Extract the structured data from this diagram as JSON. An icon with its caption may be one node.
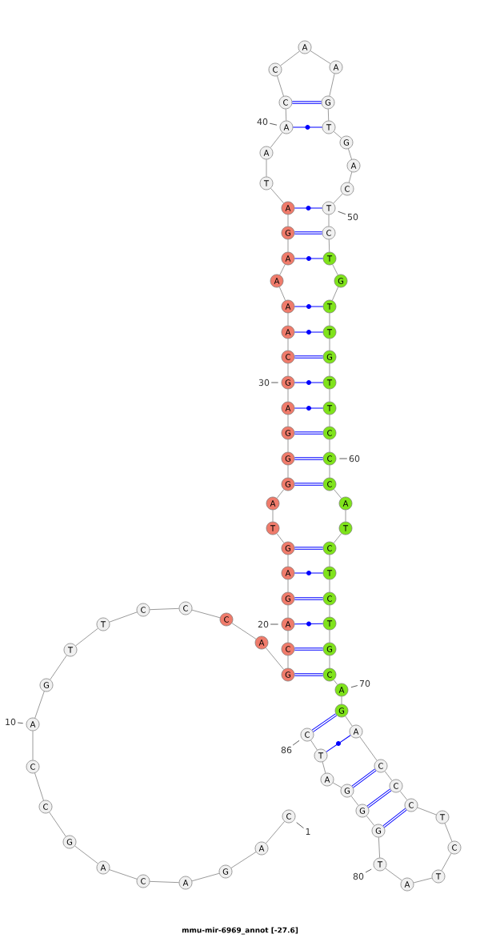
{
  "diagram": {
    "caption": "mmu-mir-6969_annot [-27.6]",
    "nodes": [
      {
        "text": [
          "C"
        ]
      },
      {
        "text": [
          "A"
        ]
      },
      {
        "text": [
          "G"
        ]
      },
      {
        "text": [
          "A"
        ]
      },
      {
        "text": [
          "C"
        ]
      },
      {
        "text": [
          "A"
        ]
      },
      {
        "text": [
          "G"
        ]
      },
      {
        "text": [
          "C"
        ]
      },
      {
        "text": [
          "C"
        ]
      },
      {
        "text": [
          "A"
        ]
      },
      {
        "text": [
          "G"
        ]
      },
      {
        "text": [
          "T"
        ]
      },
      {
        "text": [
          "T"
        ]
      },
      {
        "text": [
          "C"
        ]
      },
      {
        "text": [
          "C"
        ]
      },
      {
        "text": [
          "C"
        ]
      },
      {
        "text": [
          "A"
        ]
      },
      {
        "text": [
          "G"
        ]
      },
      {
        "text": [
          "C"
        ]
      },
      {
        "text": [
          "A"
        ]
      },
      {
        "text": [
          "G"
        ]
      },
      {
        "text": [
          "A"
        ]
      },
      {
        "text": [
          "G"
        ]
      },
      {
        "text": [
          "T"
        ]
      },
      {
        "text": [
          "A"
        ]
      },
      {
        "text": [
          "G"
        ]
      },
      {
        "text": [
          "G"
        ]
      },
      {
        "text": [
          "G"
        ]
      },
      {
        "text": [
          "A"
        ]
      },
      {
        "text": [
          "G"
        ]
      },
      {
        "text": [
          "C"
        ]
      },
      {
        "text": [
          "A"
        ]
      },
      {
        "text": [
          "A"
        ]
      },
      {
        "text": [
          "A"
        ]
      },
      {
        "text": [
          "A"
        ]
      },
      {
        "text": [
          "G"
        ]
      },
      {
        "text": [
          "A"
        ]
      },
      {
        "text": [
          "T"
        ]
      },
      {
        "text": [
          "A"
        ]
      },
      {
        "text": [
          "A"
        ]
      },
      {
        "text": [
          "C"
        ]
      },
      {
        "text": [
          "C"
        ]
      },
      {
        "text": [
          "A"
        ]
      },
      {
        "text": [
          "A"
        ]
      },
      {
        "text": [
          "G"
        ]
      },
      {
        "text": [
          "T"
        ]
      },
      {
        "text": [
          "G"
        ]
      },
      {
        "text": [
          "A"
        ]
      },
      {
        "text": [
          "C"
        ]
      },
      {
        "text": [
          "T"
        ]
      },
      {
        "text": [
          "C"
        ]
      },
      {
        "text": [
          "T"
        ]
      },
      {
        "text": [
          "G"
        ]
      },
      {
        "text": [
          "T"
        ]
      },
      {
        "text": [
          "T"
        ]
      },
      {
        "text": [
          "G"
        ]
      },
      {
        "text": [
          "T"
        ]
      },
      {
        "text": [
          "T"
        ]
      },
      {
        "text": [
          "C"
        ]
      },
      {
        "text": [
          "C"
        ]
      },
      {
        "text": [
          "C"
        ]
      },
      {
        "text": [
          "A"
        ]
      },
      {
        "text": [
          "T"
        ]
      },
      {
        "text": [
          "C"
        ]
      },
      {
        "text": [
          "T"
        ]
      },
      {
        "text": [
          "C"
        ]
      },
      {
        "text": [
          "T"
        ]
      },
      {
        "text": [
          "G"
        ]
      },
      {
        "text": [
          "C"
        ]
      },
      {
        "text": [
          "A"
        ]
      },
      {
        "text": [
          "G"
        ]
      },
      {
        "text": [
          "A"
        ]
      },
      {
        "text": [
          "C"
        ]
      },
      {
        "text": [
          "C"
        ]
      },
      {
        "text": [
          "C"
        ]
      },
      {
        "text": [
          "T"
        ]
      },
      {
        "text": [
          "C"
        ]
      },
      {
        "text": [
          "T"
        ]
      },
      {
        "text": [
          "A"
        ]
      },
      {
        "text": [
          "T"
        ]
      },
      {
        "text": [
          "G"
        ]
      },
      {
        "text": [
          "G"
        ]
      },
      {
        "text": [
          "G"
        ]
      },
      {
        "text": [
          "A"
        ]
      },
      {
        "text": [
          "T"
        ]
      },
      {
        "text": [
          "C"
        ]
      },
      {
        "text": [
          "1"
        ]
      },
      {
        "text": [
          "10"
        ]
      },
      {
        "text": [
          "20"
        ]
      },
      {
        "text": [
          "30"
        ]
      },
      {
        "text": [
          "40"
        ]
      },
      {
        "text": [
          "50"
        ]
      },
      {
        "text": [
          "60"
        ]
      },
      {
        "text": [
          "70"
        ]
      },
      {
        "text": [
          "80"
        ]
      },
      {
        "text": [
          "86"
        ]
      }
    ],
    "edges": [
      {
        "from": 0,
        "to": 1,
        "arrow": "none"
      },
      {
        "from": 1,
        "to": 2,
        "arrow": "none"
      },
      {
        "from": 2,
        "to": 3,
        "arrow": "none"
      },
      {
        "from": 3,
        "to": 4,
        "arrow": "none"
      },
      {
        "from": 4,
        "to": 5,
        "arrow": "none"
      },
      {
        "from": 5,
        "to": 6,
        "arrow": "none"
      },
      {
        "from": 6,
        "to": 7,
        "arrow": "none"
      },
      {
        "from": 7,
        "to": 8,
        "arrow": "none"
      },
      {
        "from": 8,
        "to": 9,
        "arrow": "none"
      },
      {
        "from": 9,
        "to": 10,
        "arrow": "none"
      },
      {
        "from": 10,
        "to": 11,
        "arrow": "none"
      },
      {
        "from": 11,
        "to": 12,
        "arrow": "none"
      },
      {
        "from": 12,
        "to": 13,
        "arrow": "none"
      },
      {
        "from": 13,
        "to": 14,
        "arrow": "none"
      },
      {
        "from": 14,
        "to": 15,
        "arrow": "none"
      },
      {
        "from": 15,
        "to": 16,
        "arrow": "none"
      },
      {
        "from": 16,
        "to": 17,
        "arrow": "none"
      },
      {
        "from": 17,
        "to": 18,
        "arrow": "none"
      },
      {
        "from": 18,
        "to": 19,
        "arrow": "none"
      },
      {
        "from": 19,
        "to": 20,
        "arrow": "none"
      },
      {
        "from": 20,
        "to": 21,
        "arrow": "none"
      },
      {
        "from": 21,
        "to": 22,
        "arrow": "none"
      },
      {
        "from": 22,
        "to": 23,
        "arrow": "none"
      },
      {
        "from": 23,
        "to": 24,
        "arrow": "none"
      },
      {
        "from": 24,
        "to": 25,
        "arrow": "none"
      },
      {
        "from": 25,
        "to": 26,
        "arrow": "none"
      },
      {
        "from": 26,
        "to": 27,
        "arrow": "none"
      },
      {
        "from": 27,
        "to": 28,
        "arrow": "none"
      },
      {
        "from": 28,
        "to": 29,
        "arrow": "none"
      },
      {
        "from": 29,
        "to": 30,
        "arrow": "none"
      },
      {
        "from": 30,
        "to": 31,
        "arrow": "none"
      },
      {
        "from": 31,
        "to": 32,
        "arrow": "none"
      },
      {
        "from": 32,
        "to": 33,
        "arrow": "none"
      },
      {
        "from": 33,
        "to": 34,
        "arrow": "none"
      },
      {
        "from": 34,
        "to": 35,
        "arrow": "none"
      },
      {
        "from": 35,
        "to": 36,
        "arrow": "none"
      },
      {
        "from": 36,
        "to": 37,
        "arrow": "none"
      },
      {
        "from": 37,
        "to": 38,
        "arrow": "none"
      },
      {
        "from": 38,
        "to": 39,
        "arrow": "none"
      },
      {
        "from": 39,
        "to": 40,
        "arrow": "none"
      },
      {
        "from": 40,
        "to": 41,
        "arrow": "none"
      },
      {
        "from": 41,
        "to": 42,
        "arrow": "none"
      },
      {
        "from": 42,
        "to": 43,
        "arrow": "none"
      },
      {
        "from": 43,
        "to": 44,
        "arrow": "none"
      },
      {
        "from": 44,
        "to": 45,
        "arrow": "none"
      },
      {
        "from": 45,
        "to": 46,
        "arrow": "none"
      },
      {
        "from": 46,
        "to": 47,
        "arrow": "none"
      },
      {
        "from": 47,
        "to": 48,
        "arrow": "none"
      },
      {
        "from": 48,
        "to": 49,
        "arrow": "none"
      },
      {
        "from": 49,
        "to": 50,
        "arrow": "none"
      },
      {
        "from": 50,
        "to": 51,
        "arrow": "none"
      },
      {
        "from": 51,
        "to": 52,
        "arrow": "none"
      },
      {
        "from": 52,
        "to": 53,
        "arrow": "none"
      },
      {
        "from": 53,
        "to": 54,
        "arrow": "none"
      },
      {
        "from": 54,
        "to": 55,
        "arrow": "none"
      },
      {
        "from": 55,
        "to": 56,
        "arrow": "none"
      },
      {
        "from": 56,
        "to": 57,
        "arrow": "none"
      },
      {
        "from": 57,
        "to": 58,
        "arrow": "none"
      },
      {
        "from": 58,
        "to": 59,
        "arrow": "none"
      },
      {
        "from": 59,
        "to": 60,
        "arrow": "none"
      },
      {
        "from": 60,
        "to": 61,
        "arrow": "none"
      },
      {
        "from": 61,
        "to": 62,
        "arrow": "none"
      },
      {
        "from": 62,
        "to": 63,
        "arrow": "none"
      },
      {
        "from": 63,
        "to": 64,
        "arrow": "none"
      },
      {
        "from": 64,
        "to": 65,
        "arrow": "none"
      },
      {
        "from": 65,
        "to": 66,
        "arrow": "none"
      },
      {
        "from": 66,
        "to": 67,
        "arrow": "none"
      },
      {
        "from": 67,
        "to": 68,
        "arrow": "none"
      },
      {
        "from": 68,
        "to": 69,
        "arrow": "none"
      },
      {
        "from": 69,
        "to": 70,
        "arrow": "none"
      },
      {
        "from": 70,
        "to": 71,
        "arrow": "none"
      },
      {
        "from": 71,
        "to": 72,
        "arrow": "none"
      },
      {
        "from": 72,
        "to": 73,
        "arrow": "none"
      },
      {
        "from": 73,
        "to": 74,
        "arrow": "none"
      },
      {
        "from": 74,
        "to": 75,
        "arrow": "none"
      },
      {
        "from": 75,
        "to": 76,
        "arrow": "none"
      },
      {
        "from": 76,
        "to": 77,
        "arrow": "none"
      },
      {
        "from": 77,
        "to": 78,
        "arrow": "none"
      },
      {
        "from": 78,
        "to": 79,
        "arrow": "none"
      },
      {
        "from": 79,
        "to": 80,
        "arrow": "none"
      },
      {
        "from": 80,
        "to": 81,
        "arrow": "none"
      },
      {
        "from": 81,
        "to": 82,
        "arrow": "none"
      },
      {
        "from": 82,
        "to": 83,
        "arrow": "none"
      },
      {
        "from": 83,
        "to": 84,
        "arrow": "none"
      },
      {
        "from": 84,
        "to": 85,
        "arrow": "none"
      },
      {
        "from": 17,
        "to": 68,
        "arrow": "none",
        "style": "thick",
        "color": "#0000ff"
      },
      {
        "from": 18,
        "to": 67,
        "arrow": "none",
        "style": "thick",
        "color": "#0000ff"
      },
      {
        "from": 19,
        "to": 66,
        "arrow": "none",
        "color": "#0000ff"
      },
      {
        "from": 20,
        "to": 65,
        "arrow": "none",
        "style": "thick",
        "color": "#0000ff"
      },
      {
        "from": 21,
        "to": 64,
        "arrow": "none",
        "color": "#0000ff"
      },
      {
        "from": 22,
        "to": 63,
        "arrow": "none",
        "style": "thick",
        "color": "#0000ff"
      },
      {
        "from": 25,
        "to": 60,
        "arrow": "none",
        "style": "thick",
        "color": "#0000ff"
      },
      {
        "from": 26,
        "to": 59,
        "arrow": "none",
        "style": "thick",
        "color": "#0000ff"
      },
      {
        "from": 27,
        "to": 58,
        "arrow": "none",
        "style": "thick",
        "color": "#0000ff"
      },
      {
        "from": 28,
        "to": 57,
        "arrow": "none",
        "color": "#0000ff"
      },
      {
        "from": 29,
        "to": 56,
        "arrow": "none",
        "color": "#0000ff"
      },
      {
        "from": 30,
        "to": 55,
        "arrow": "none",
        "style": "thick",
        "color": "#0000ff"
      },
      {
        "from": 31,
        "to": 54,
        "arrow": "none",
        "color": "#0000ff"
      },
      {
        "from": 32,
        "to": 53,
        "arrow": "none",
        "color": "#0000ff"
      },
      {
        "from": 34,
        "to": 51,
        "arrow": "none",
        "color": "#0000ff"
      },
      {
        "from": 35,
        "to": 50,
        "arrow": "none",
        "style": "thick",
        "color": "#0000ff"
      },
      {
        "from": 36,
        "to": 49,
        "arrow": "none",
        "color": "#0000ff"
      },
      {
        "from": 39,
        "to": 45,
        "arrow": "none",
        "color": "#0000ff"
      },
      {
        "from": 40,
        "to": 44,
        "arrow": "none",
        "style": "thick",
        "color": "#0000ff"
      },
      {
        "from": 70,
        "to": 85,
        "arrow": "none",
        "style": "thick",
        "color": "#0000ff"
      },
      {
        "from": 71,
        "to": 84,
        "arrow": "none",
        "color": "#0000ff"
      },
      {
        "from": 72,
        "to": 82,
        "arrow": "none",
        "style": "thick",
        "color": "#0000ff"
      },
      {
        "from": 73,
        "to": 81,
        "arrow": "none",
        "style": "thick",
        "color": "#0000ff"
      },
      {
        "from": 74,
        "to": 80,
        "arrow": "none",
        "style": "thick",
        "color": "#0000ff"
      },
      {
        "from": 86,
        "to": 0,
        "arrow": "none",
        "color": "#333333"
      },
      {
        "from": 87,
        "to": 9,
        "arrow": "none",
        "color": "#333333"
      },
      {
        "from": 88,
        "to": 19,
        "arrow": "none",
        "color": "#333333"
      },
      {
        "from": 89,
        "to": 29,
        "arrow": "none",
        "color": "#333333"
      },
      {
        "from": 90,
        "to": 39,
        "arrow": "none",
        "color": "#333333"
      },
      {
        "from": 91,
        "to": 49,
        "arrow": "none",
        "color": "#333333"
      },
      {
        "from": 92,
        "to": 59,
        "arrow": "none",
        "color": "#333333"
      },
      {
        "from": 93,
        "to": 69,
        "arrow": "none",
        "color": "#333333"
      },
      {
        "from": 94,
        "to": 79,
        "arrow": "none",
        "color": "#333333"
      },
      {
        "from": 95,
        "to": 85,
        "arrow": "none",
        "color": "#333333"
      }
    ]
  }
}
